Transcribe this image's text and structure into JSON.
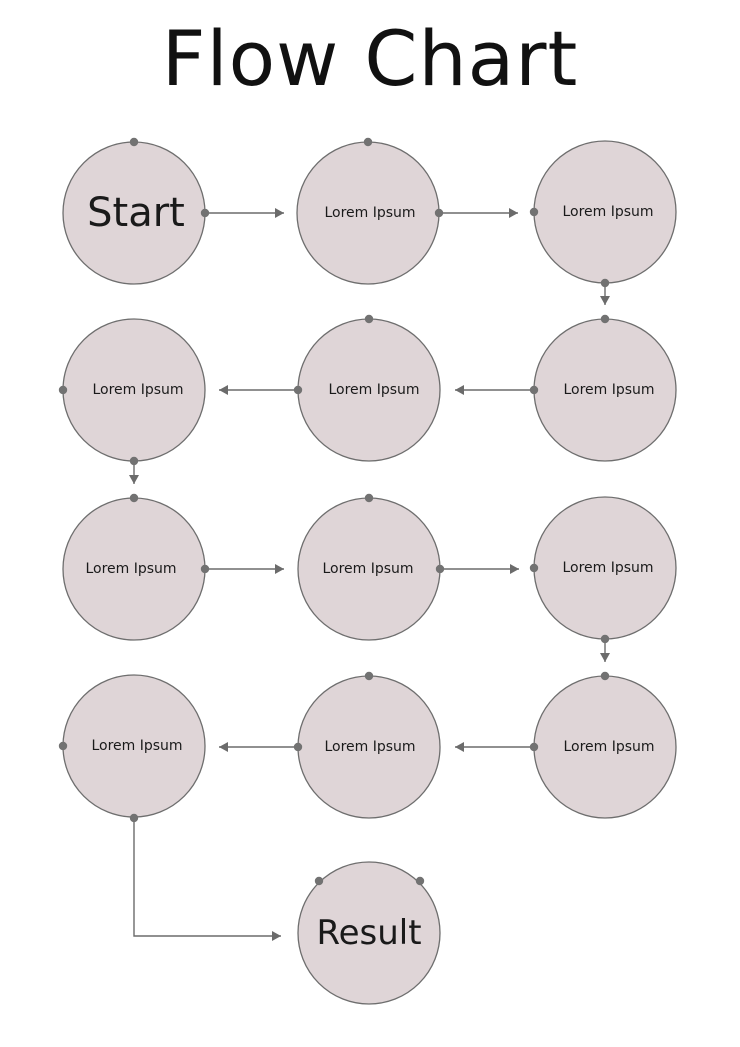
{
  "title": "Flow Chart",
  "colors": {
    "node_fill": "#dfd5d7",
    "node_stroke": "#6e6e6e",
    "connector": "#6b6b6b",
    "text": "#1a1a1a"
  },
  "nodes": [
    {
      "id": "start",
      "label": "Start"
    },
    {
      "id": "n1",
      "label": "Lorem Ipsum"
    },
    {
      "id": "n2",
      "label": "Lorem Ipsum"
    },
    {
      "id": "n3",
      "label": "Lorem Ipsum"
    },
    {
      "id": "n4",
      "label": "Lorem Ipsum"
    },
    {
      "id": "n5",
      "label": "Lorem Ipsum"
    },
    {
      "id": "n6",
      "label": "Lorem Ipsum"
    },
    {
      "id": "n7",
      "label": "Lorem Ipsum"
    },
    {
      "id": "n8",
      "label": "Lorem Ipsum"
    },
    {
      "id": "n9",
      "label": "Lorem Ipsum"
    },
    {
      "id": "n10",
      "label": "Lorem Ipsum"
    },
    {
      "id": "n11",
      "label": "Lorem Ipsum"
    },
    {
      "id": "result",
      "label": "Result"
    }
  ],
  "edges": [
    {
      "from": "start",
      "to": "n1"
    },
    {
      "from": "n1",
      "to": "n2"
    },
    {
      "from": "n2",
      "to": "n3"
    },
    {
      "from": "n3",
      "to": "n4"
    },
    {
      "from": "n4",
      "to": "n5"
    },
    {
      "from": "n5",
      "to": "n6"
    },
    {
      "from": "n6",
      "to": "n7"
    },
    {
      "from": "n7",
      "to": "n8"
    },
    {
      "from": "n8",
      "to": "n9"
    },
    {
      "from": "n9",
      "to": "n10"
    },
    {
      "from": "n10",
      "to": "n11"
    },
    {
      "from": "n11",
      "to": "result"
    }
  ]
}
